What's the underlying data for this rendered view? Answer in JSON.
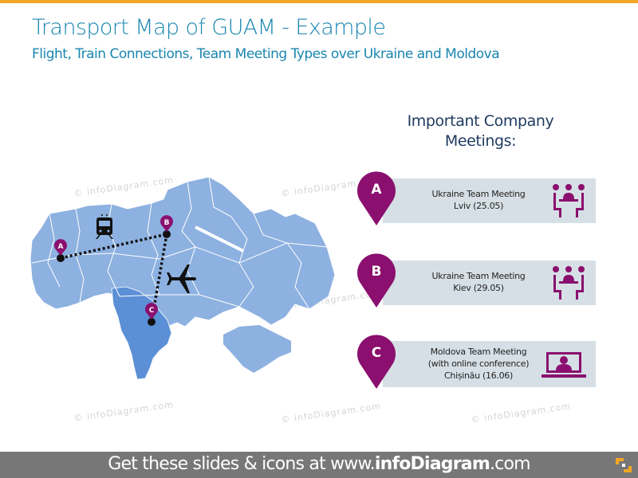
{
  "header": {
    "title": "Transport Map of GUAM - Example",
    "subtitle": "Flight, Train Connections,  Team Meeting Types over Ukraine and Moldova",
    "accent_color": "#f5a623",
    "title_color": "#1a86b0"
  },
  "map": {
    "countries": [
      "Ukraine",
      "Moldova"
    ],
    "ukraine_color": "#8db1e0",
    "moldova_color": "#5b8fd6",
    "icons": [
      "train-icon",
      "airplane-icon"
    ],
    "markers": [
      {
        "label": "A",
        "city": "Lviv"
      },
      {
        "label": "B",
        "city": "Kiev"
      },
      {
        "label": "C",
        "city": "Chișinău"
      }
    ],
    "routes": [
      {
        "from": "A",
        "to": "B",
        "mode": "train"
      },
      {
        "from": "B",
        "to": "C",
        "mode": "flight"
      }
    ]
  },
  "meetings": {
    "heading_line1": "Important Company",
    "heading_line2": "Meetings:",
    "items": [
      {
        "marker": "A",
        "line1": "Ukraine Team Meeting",
        "line2": "Lviv (25.05)",
        "line3": "",
        "icon": "team-meeting-icon"
      },
      {
        "marker": "B",
        "line1": "Ukraine Team Meeting",
        "line2": "Kiev (29.05)",
        "line3": "",
        "icon": "team-meeting-icon"
      },
      {
        "marker": "C",
        "line1": "Moldova Team Meeting",
        "line2": "(with online conference)",
        "line3": "Chișinău (16.06)",
        "icon": "video-conference-icon"
      }
    ],
    "marker_color": "#8a0f6e",
    "card_color": "#d6dfe5"
  },
  "watermark": "© infoDiagram.com",
  "footer": {
    "prefix": "Get these slides & icons at www.",
    "brand": "infoDiagram",
    "suffix": ".com"
  }
}
